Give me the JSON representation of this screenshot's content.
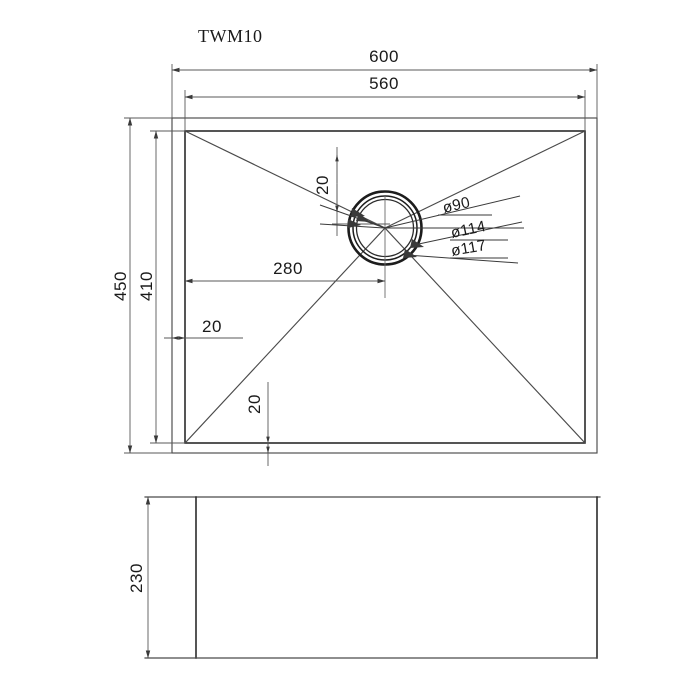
{
  "drawing": {
    "title": "TWM10",
    "units_note": "",
    "plan_view": {
      "name": "plan-view",
      "dimensions": {
        "overall_width": "600",
        "inner_width": "560",
        "overall_height": "450",
        "inner_height": "410",
        "drain_from_left": "280",
        "rim_left": "20",
        "rim_top": "20",
        "rim_bottom": "20"
      },
      "drain": {
        "bore_diameter": "ø90",
        "mid_diameter": "ø114",
        "outer_diameter": "ø117"
      }
    },
    "elevation_view": {
      "name": "elevation-view",
      "dimensions": {
        "depth": "230"
      }
    }
  },
  "chart_data": {
    "type": "table",
    "title": "TWM10",
    "categories": [
      "overall width",
      "inner width",
      "overall height",
      "inner height",
      "drain offset from left",
      "rim left",
      "rim top",
      "rim bottom",
      "drain bore dia",
      "drain mid dia",
      "drain outer dia",
      "bowl depth"
    ],
    "values": [
      600,
      560,
      450,
      410,
      280,
      20,
      20,
      20,
      90,
      114,
      117,
      230
    ]
  }
}
